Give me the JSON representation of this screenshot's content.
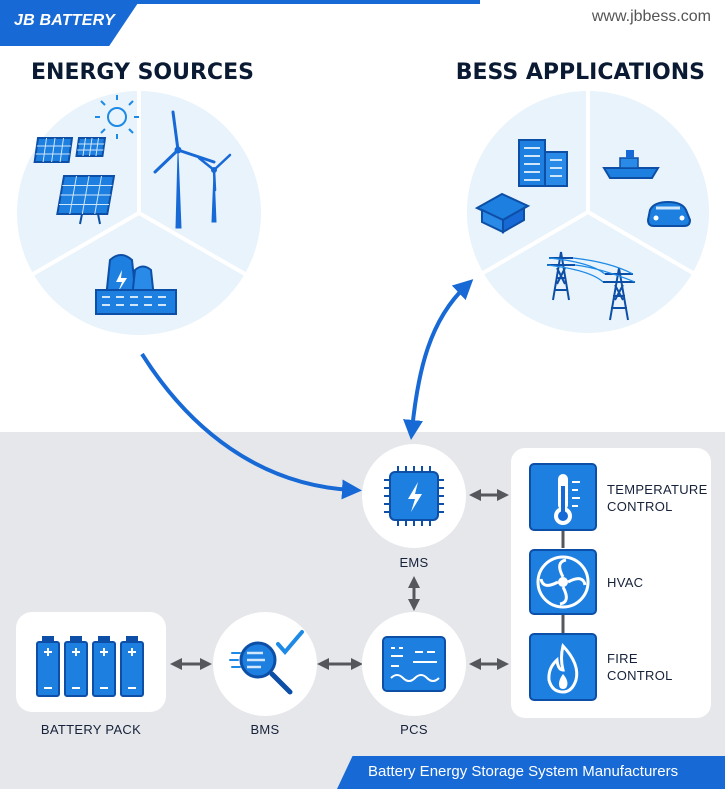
{
  "header": {
    "logo_text": "JB BATTERY",
    "site_url": "www.jbbess.com"
  },
  "sections": {
    "energy_sources_title": "ENERGY SOURCES",
    "bess_applications_title": "BESS APPLICATIONS"
  },
  "nodes": {
    "ems": "EMS",
    "pcs": "PCS",
    "bms": "BMS",
    "battery_pack": "BATTERY PACK"
  },
  "side_panel": {
    "temperature_line1": "TEMPERATURE",
    "temperature_line2": "CONTROL",
    "hvac": "HVAC",
    "fire_line1": "FIRE",
    "fire_line2": "CONTROL"
  },
  "footer": {
    "text": "Battery Energy Storage System Manufacturers"
  },
  "colors": {
    "brand_blue": "#1769d6",
    "pale_blue": "#e8f3fb",
    "panel_gray": "#e6e7ea",
    "arrow_gray": "#55575c"
  }
}
